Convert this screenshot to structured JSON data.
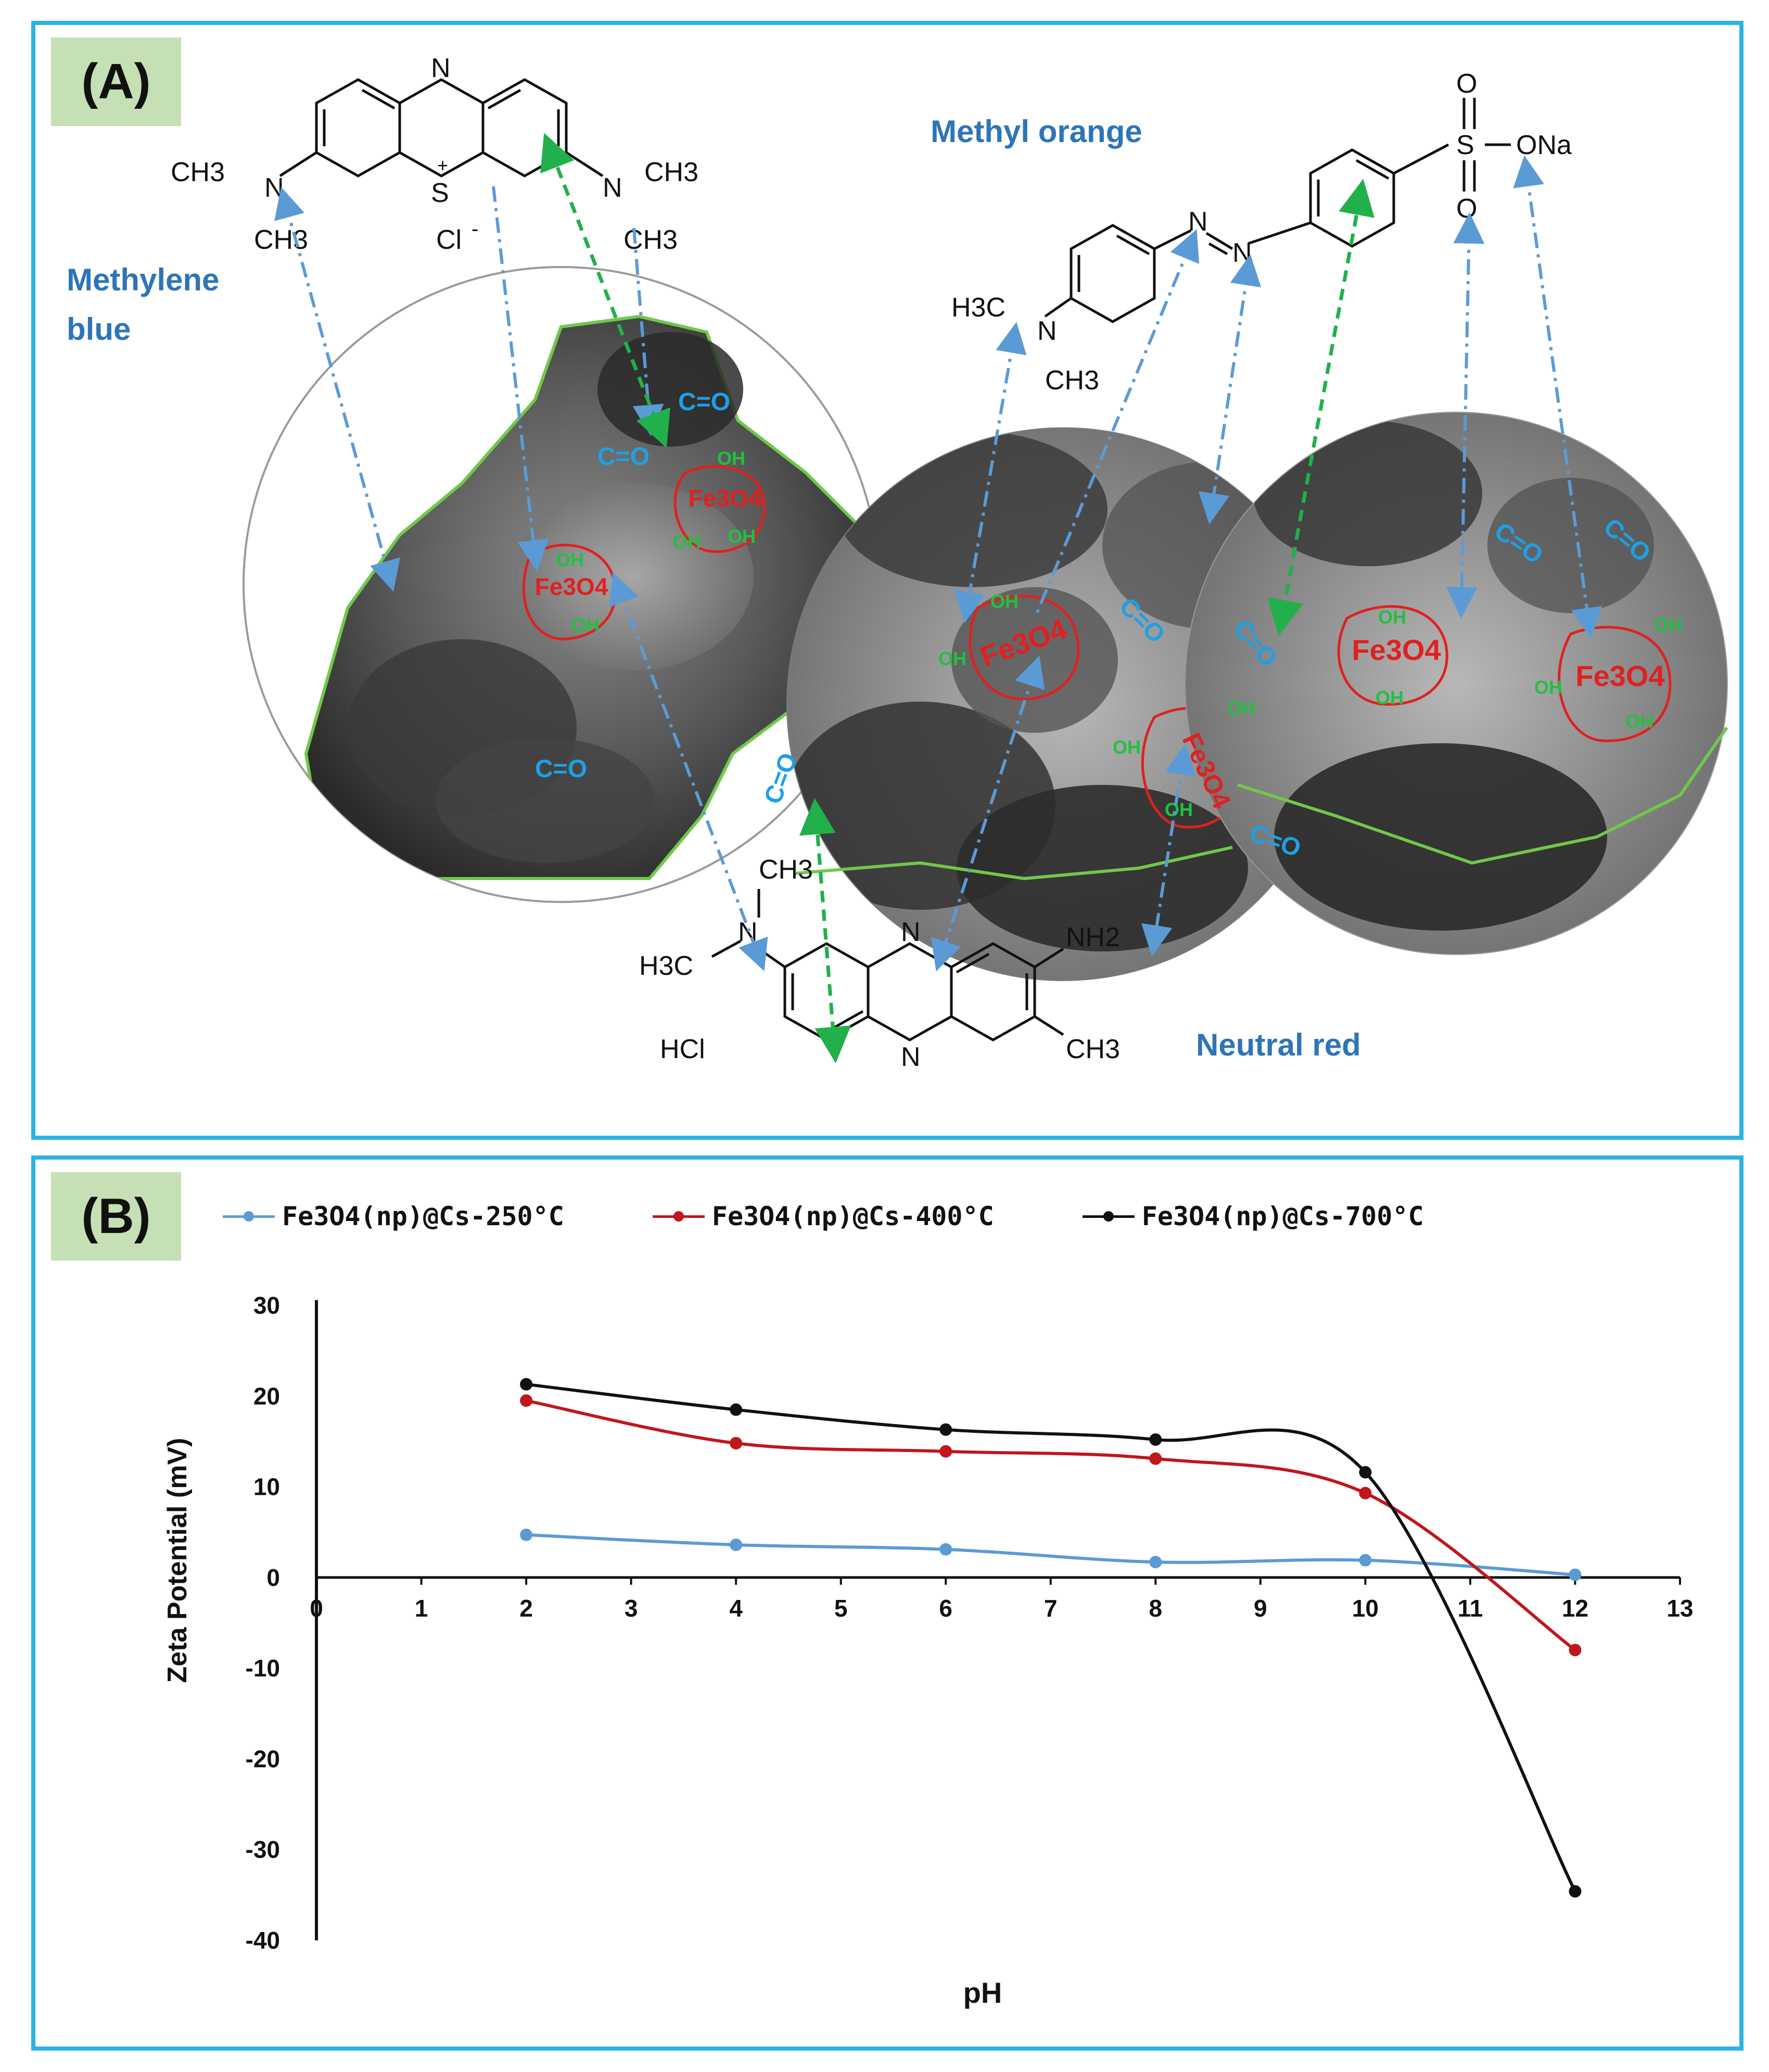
{
  "panelA": {
    "tag": "(A)",
    "labels": {
      "methylene_blue_line1": "Methylene",
      "methylene_blue_line2": "blue",
      "methyl_orange": "Methyl orange",
      "neutral_red": "Neutral red"
    },
    "surface_labels": {
      "fe3o4": "Fe3O4",
      "oh": "OH",
      "co": "C=O"
    },
    "molecules": {
      "mb": {
        "n_top": "N",
        "s_plus": "S",
        "plus": "+",
        "cl": "Cl",
        "minus": "-",
        "ch3_left": "CH3",
        "n_left": "N",
        "ch3_left_down": "CH3",
        "n_right": "N",
        "ch3_right": "CH3",
        "ch3_right_down": "CH3"
      },
      "mo": {
        "h3c": "H3C",
        "n": "N",
        "ch3": "CH3",
        "n1": "N",
        "n2": "N",
        "s": "S",
        "o_top": "O",
        "o_bottom": "O",
        "ona": "ONa"
      },
      "nr": {
        "ch3_top": "CH3",
        "n_left": "N",
        "h3c": "H3C",
        "n_top_ring": "N",
        "n_bottom_ring": "N",
        "nh2": "NH2",
        "ch3_right": "CH3",
        "hcl": "HCl"
      }
    },
    "colors": {
      "label_blue": "#2e75b6",
      "arrow_blue": "#5b9bd5",
      "arrow_green": "#22b04a",
      "fe_red": "#e02020",
      "oh_green": "#22c040",
      "co_blue": "#1ea0e6"
    }
  },
  "panelB": {
    "tag": "(B)",
    "legend": [
      {
        "label": "Fe3O4(np)@Cs-250°C",
        "color": "#5b9bd5"
      },
      {
        "label": "Fe3O4(np)@Cs-400°C",
        "color": "#c0161c"
      },
      {
        "label": "Fe3O4(np)@Cs-700°C",
        "color": "#111111"
      }
    ],
    "chart_data": {
      "type": "line",
      "xlabel": "pH",
      "ylabel": "Zeta Potential (mV)",
      "xlim": [
        0,
        13
      ],
      "ylim": [
        -40,
        30
      ],
      "xticks": [
        "0",
        "1",
        "2",
        "3",
        "4",
        "5",
        "6",
        "7",
        "8",
        "9",
        "10",
        "11",
        "12",
        "13"
      ],
      "yticks": [
        "30",
        "20",
        "10",
        "0",
        "-10",
        "-20",
        "-30",
        "-40"
      ],
      "x": [
        2,
        4,
        6,
        8,
        10,
        12
      ],
      "series": [
        {
          "name": "Fe3O4(np)@Cs-250°C",
          "color": "#5b9bd5",
          "values": [
            4.7,
            3.6,
            3.1,
            1.7,
            1.9,
            0.3
          ]
        },
        {
          "name": "Fe3O4(np)@Cs-400°C",
          "color": "#c0161c",
          "values": [
            19.5,
            14.8,
            13.9,
            13.1,
            9.3,
            -8.0
          ]
        },
        {
          "name": "Fe3O4(np)@Cs-700°C",
          "color": "#111111",
          "values": [
            21.3,
            18.5,
            16.3,
            15.2,
            11.6,
            -34.6
          ]
        }
      ],
      "grid": false,
      "legend_position": "top"
    }
  }
}
